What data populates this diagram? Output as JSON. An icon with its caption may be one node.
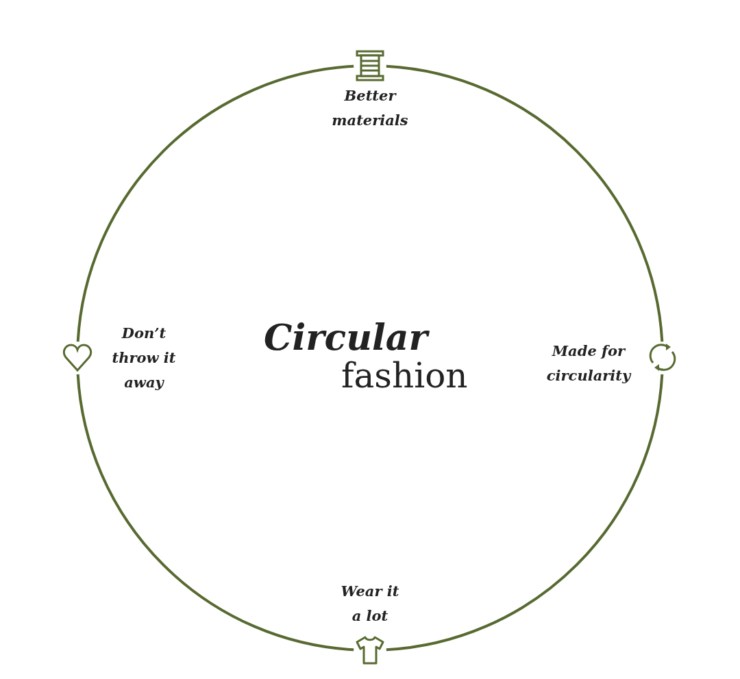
{
  "diagram": {
    "nodes": [
      {
        "text": [],
        "shape": "spool",
        "beside": [
          "Better materials"
        ]
      },
      {
        "text": [],
        "shape": "heart",
        "beside": [
          "Don’t throw it away"
        ]
      },
      {
        "text": [],
        "shape": "cycle",
        "beside": [
          "Made for circularity"
        ]
      },
      {
        "text": [],
        "shape": "shirt",
        "beside": [
          "Wear it a lot"
        ]
      }
    ],
    "edges": [
      {
        "from": 0,
        "to": 2,
        "arrow": "none"
      },
      {
        "from": 2,
        "to": 3,
        "arrow": "none"
      },
      {
        "from": 3,
        "to": 1,
        "arrow": "none"
      },
      {
        "from": 1,
        "to": 0,
        "arrow": "none"
      }
    ],
    "labels": [
      "Circular",
      "fashion"
    ]
  }
}
